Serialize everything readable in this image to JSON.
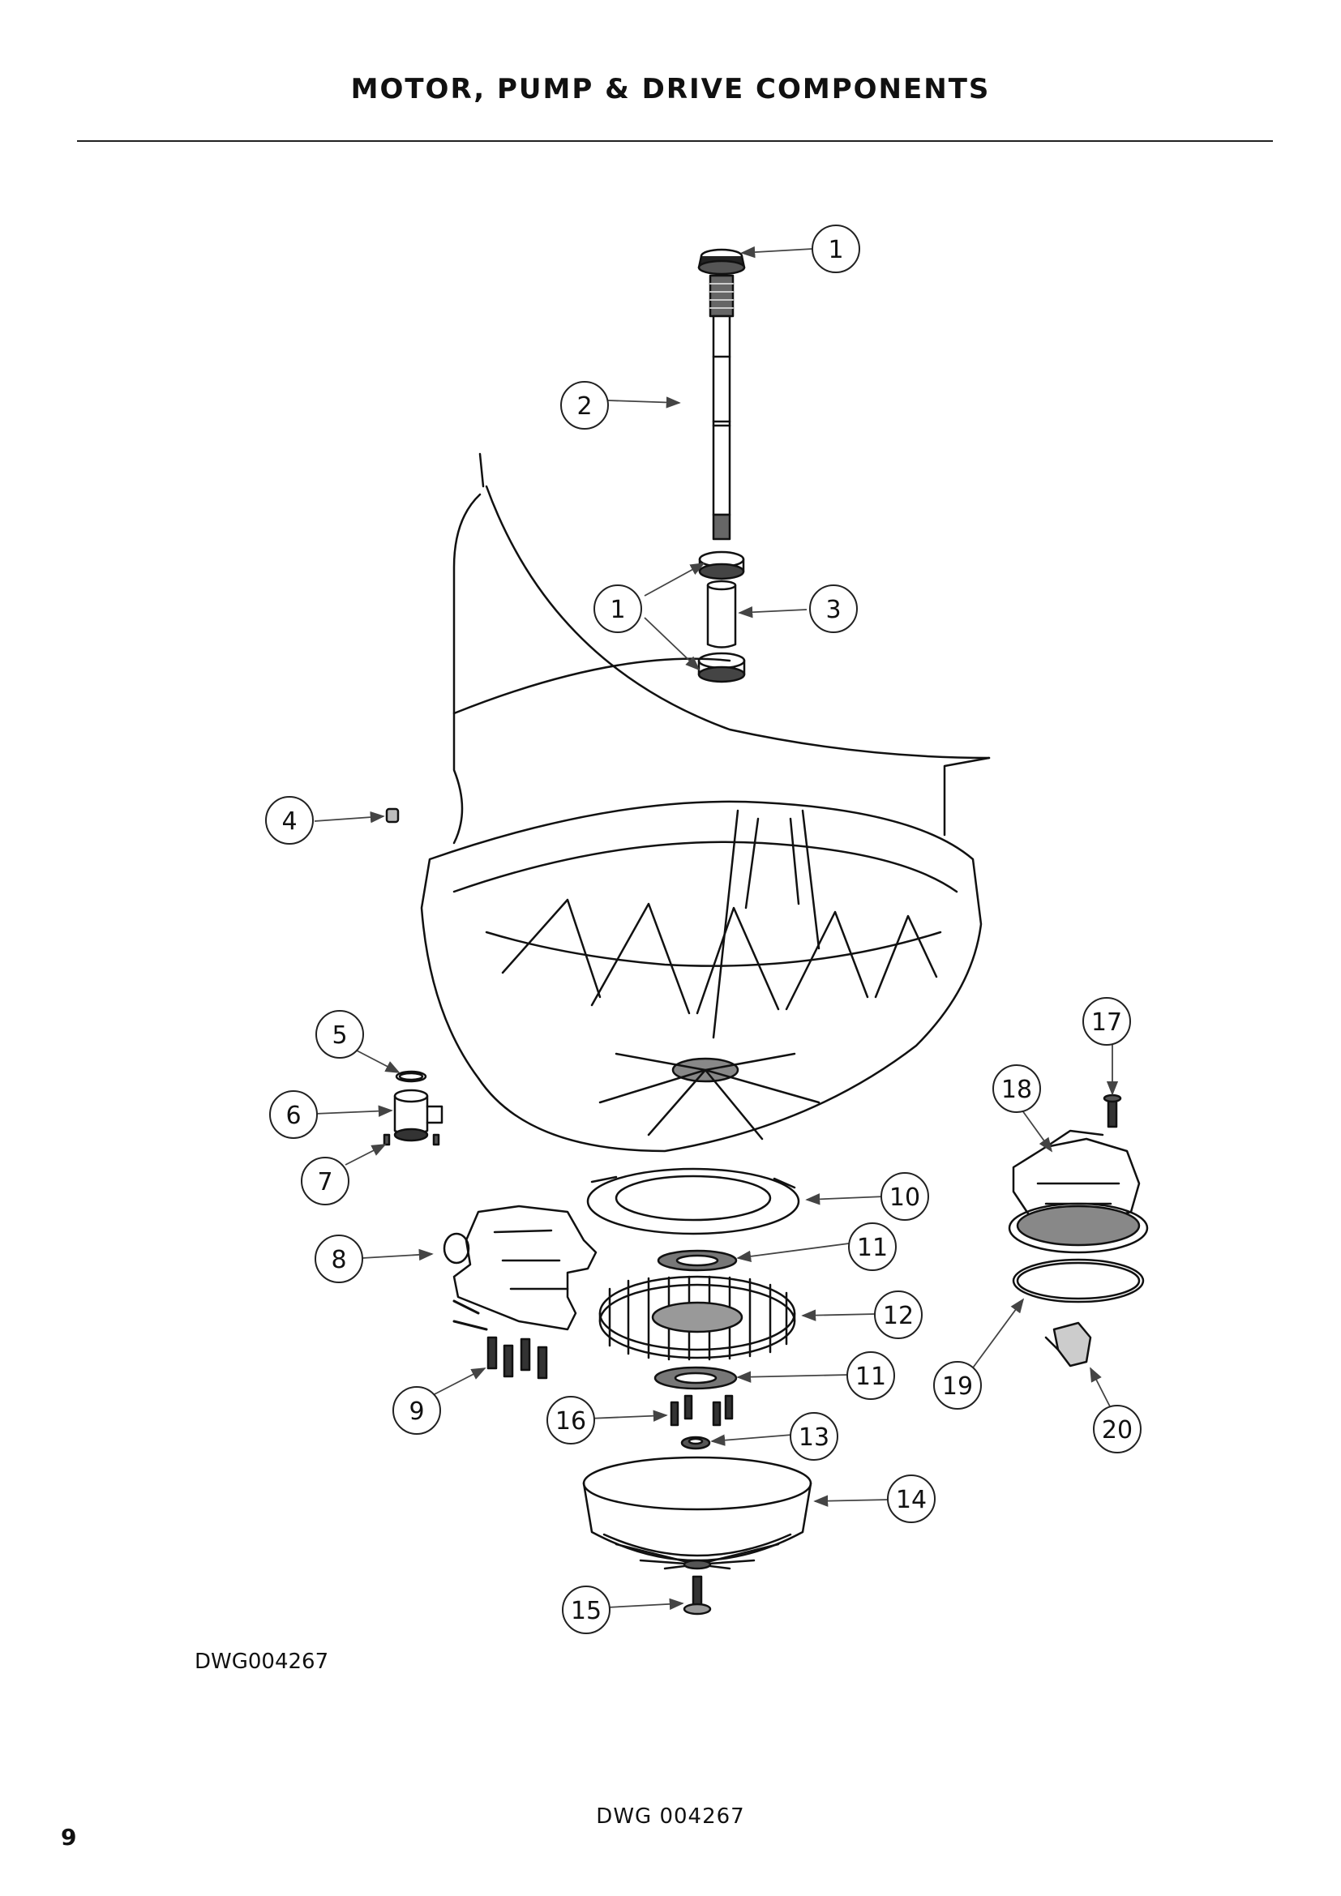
{
  "header": {
    "title": "MOTOR, PUMP & DRIVE COMPONENTS"
  },
  "drawing": {
    "code": "DWG004267",
    "callouts": [
      {
        "label": "1"
      },
      {
        "label": "2"
      },
      {
        "label": "1"
      },
      {
        "label": "3"
      },
      {
        "label": "4"
      },
      {
        "label": "5"
      },
      {
        "label": "6"
      },
      {
        "label": "7"
      },
      {
        "label": "8"
      },
      {
        "label": "9"
      },
      {
        "label": "10"
      },
      {
        "label": "11"
      },
      {
        "label": "12"
      },
      {
        "label": "11"
      },
      {
        "label": "16"
      },
      {
        "label": "13"
      },
      {
        "label": "14"
      },
      {
        "label": "15"
      },
      {
        "label": "17"
      },
      {
        "label": "18"
      },
      {
        "label": "19"
      },
      {
        "label": "20"
      }
    ]
  },
  "footer": {
    "drawing_code": "DWG 004267",
    "page_number": "9"
  },
  "colors": {
    "line": "#111111",
    "leader": "#444444",
    "fill": "#ffffff"
  }
}
